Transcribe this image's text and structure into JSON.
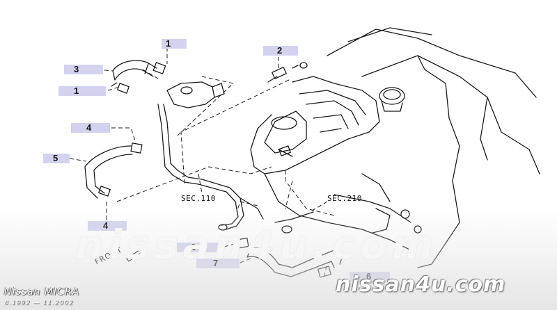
{
  "callouts": [
    {
      "id": "c1a",
      "num": "1"
    },
    {
      "id": "c2",
      "num": "2"
    },
    {
      "id": "c3",
      "num": "3"
    },
    {
      "id": "c1b",
      "num": "1"
    },
    {
      "id": "c4a",
      "num": "4"
    },
    {
      "id": "c5",
      "num": "5"
    },
    {
      "id": "c4b",
      "num": "4"
    },
    {
      "id": "c6a",
      "num": "6"
    },
    {
      "id": "c7",
      "num": "7"
    },
    {
      "id": "c6b",
      "num": "6"
    }
  ],
  "sections": {
    "sec110": "SEC.110",
    "sec210": "SEC.210"
  },
  "front_label": "FRONT",
  "watermark": "nissan4u.com",
  "site": "nissan4u.com",
  "model": "Nissan MICRA",
  "dates": "8.1992 — 11.2002",
  "colors": {
    "callout_bg": "#d3d3ef",
    "line": "#1a1a1a"
  }
}
